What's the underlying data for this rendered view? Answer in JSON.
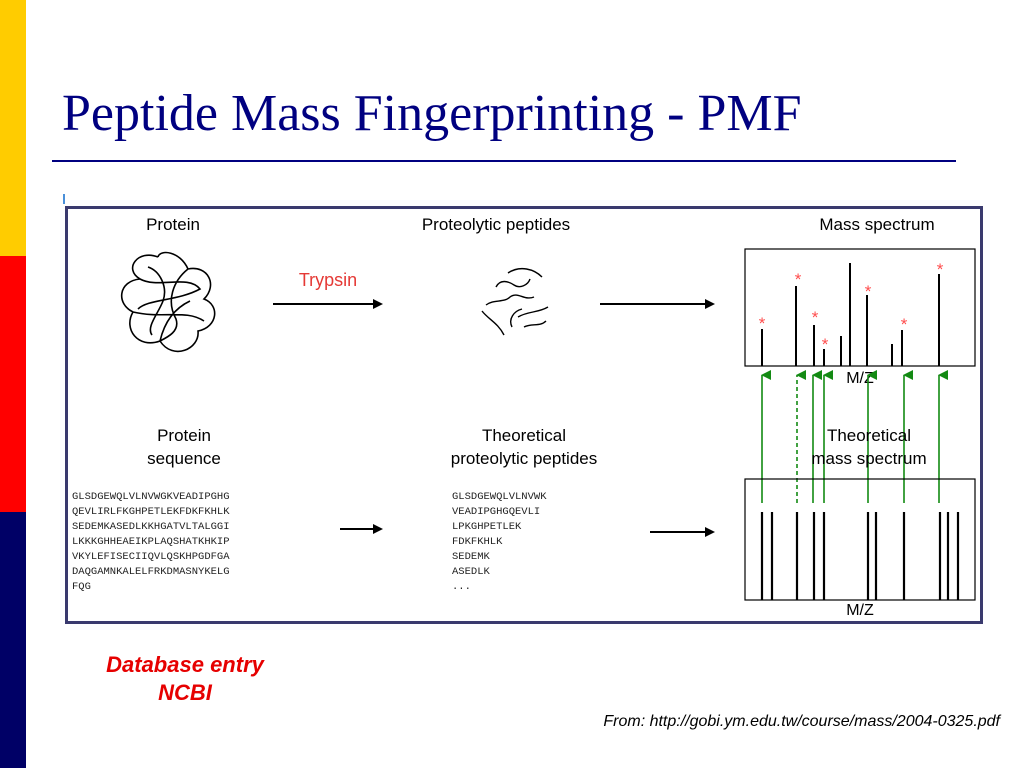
{
  "slide": {
    "title": "Peptide Mass Fingerprinting - PMF",
    "db_entry_line1": "Database entry",
    "db_entry_line2": "NCBI",
    "source": "From: http://gobi.ym.edu.tw/course/mass/2004-0325.pdf"
  },
  "figure": {
    "top_row": {
      "protein": "Protein",
      "proteolytic_peptides": "Proteolytic peptides",
      "mass_spectrum": "Mass spectrum",
      "trypsin": "Trypsin",
      "mz": "M/Z"
    },
    "bottom_row": {
      "protein_sequence_1": "Protein",
      "protein_sequence_2": "sequence",
      "theoretical_peptides_1": "Theoretical",
      "theoretical_peptides_2": "proteolytic peptides",
      "theoretical_spectrum_1": "Theoretical",
      "theoretical_spectrum_2": "mass spectrum",
      "mz": "M/Z"
    },
    "protein_sequence": [
      "GLSDGEWQLVLNVWGKVEADIPGHG",
      "QEVLIRLFKGHPETLEKFDKFKHLK",
      "SEDEMKASEDLKKHGATVLTALGGI",
      "LKKKGHHEAEIKPLAQSHATKHKIP",
      "VKYLEFISECIIQVLQSKHPGDFGA",
      "DAQGAMNKALELFRKDMASNYKELG",
      "FQG"
    ],
    "theoretical_peptides": [
      "GLSDGEWQLVLNVWK",
      "VEADIPGHGQEVLI",
      "LPKGHPETLEK",
      "FDKFKHLK",
      "SEDEMK",
      "ASEDLK",
      "..."
    ],
    "peak_marker": "*",
    "colors": {
      "trypsin": "#e53935",
      "peak_marker": "#ff4d4d",
      "match_arrow": "#138a13",
      "frame": "#3a3a6e"
    }
  }
}
